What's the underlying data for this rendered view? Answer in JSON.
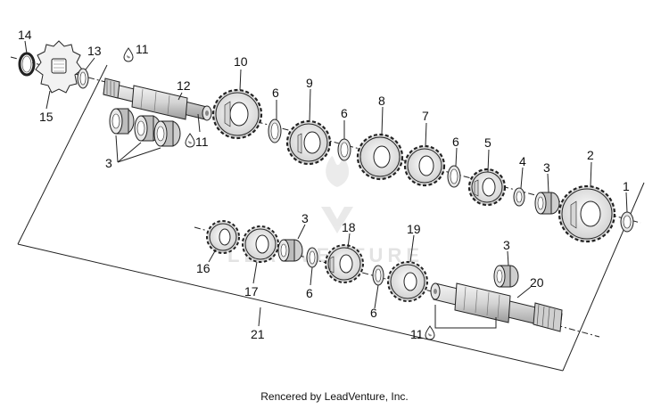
{
  "diagram": {
    "labels": {
      "p1": "1",
      "p2": "2",
      "p3": "3",
      "p4": "4",
      "p5": "5",
      "p6": "6",
      "p7": "7",
      "p8": "8",
      "p9": "9",
      "p10": "10",
      "p11": "11",
      "p12": "12",
      "p13": "13",
      "p14": "14",
      "p15": "15",
      "p16": "16",
      "p17": "17",
      "p18": "18",
      "p19": "19",
      "p20": "20",
      "p21": "21"
    },
    "watermark": "LEADVENTURE",
    "colors": {
      "part_fill": "#eeeeee",
      "line": "#222222",
      "watermark": "#e3e3e3"
    }
  },
  "footer": {
    "credit": "Rencered by LeadVenture, Inc."
  }
}
